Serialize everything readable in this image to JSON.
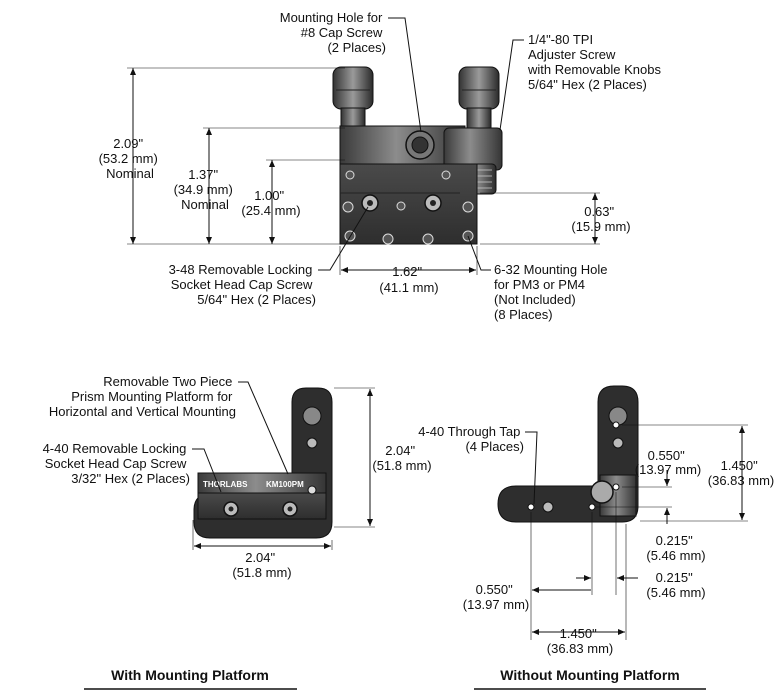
{
  "top_view": {
    "callouts": {
      "mounting_hole": [
        "Mounting Hole for",
        "#8 Cap Screw",
        "(2 Places)"
      ],
      "adjuster": [
        "1/4\"-80 TPI",
        "Adjuster Screw",
        "with Removable Knobs",
        "5/64\" Hex (2 Places)"
      ],
      "locking_screw": [
        "3-48 Removable Locking",
        "Socket Head Cap Screw",
        "5/64\" Hex (2 Places)"
      ],
      "mount_hole_632": [
        "6-32 Mounting Hole",
        "for PM3 or PM4",
        "(Not Included)",
        "(8 Places)"
      ]
    },
    "dims": {
      "overall_height": [
        "2.09\"",
        "(53.2 mm)",
        "Nominal"
      ],
      "mid_height": [
        "1.37\"",
        "(34.9 mm)",
        "Nominal"
      ],
      "low_height": [
        "1.00\"",
        "(25.4 mm)"
      ],
      "right_height": [
        "0.63\"",
        "(15.9 mm)"
      ],
      "width": [
        "1.62\"",
        "(41.1 mm)"
      ]
    }
  },
  "with_platform": {
    "caption": "With Mounting Platform",
    "brand_label": "THORLABS",
    "model_label": "KM100PM",
    "callouts": {
      "prism_platform": [
        "Removable Two Piece",
        "Prism Mounting Platform for",
        "Horizontal and Vertical Mounting"
      ],
      "locking_screw": [
        "4-40 Removable Locking",
        "Socket Head Cap Screw",
        "3/32\" Hex (2 Places)"
      ]
    },
    "dims": {
      "height": [
        "2.04\"",
        "(51.8 mm)"
      ],
      "width": [
        "2.04\"",
        "(51.8 mm)"
      ]
    }
  },
  "without_platform": {
    "caption": "Without Mounting Platform",
    "callouts": {
      "through_tap": [
        "4-40 Through Tap",
        "(4 Places)"
      ]
    },
    "dims": {
      "v_1450": [
        "1.450\"",
        "(36.83 mm)"
      ],
      "v_0550": [
        "0.550\"",
        "(13.97 mm)"
      ],
      "v_0215": [
        "0.215\"",
        "(5.46 mm)"
      ],
      "h_0215": [
        "0.215\"",
        "(5.46 mm)"
      ],
      "h_0550": [
        "0.550\"",
        "(13.97 mm)"
      ],
      "h_1450": [
        "1.450\"",
        "(36.83 mm)"
      ]
    }
  }
}
